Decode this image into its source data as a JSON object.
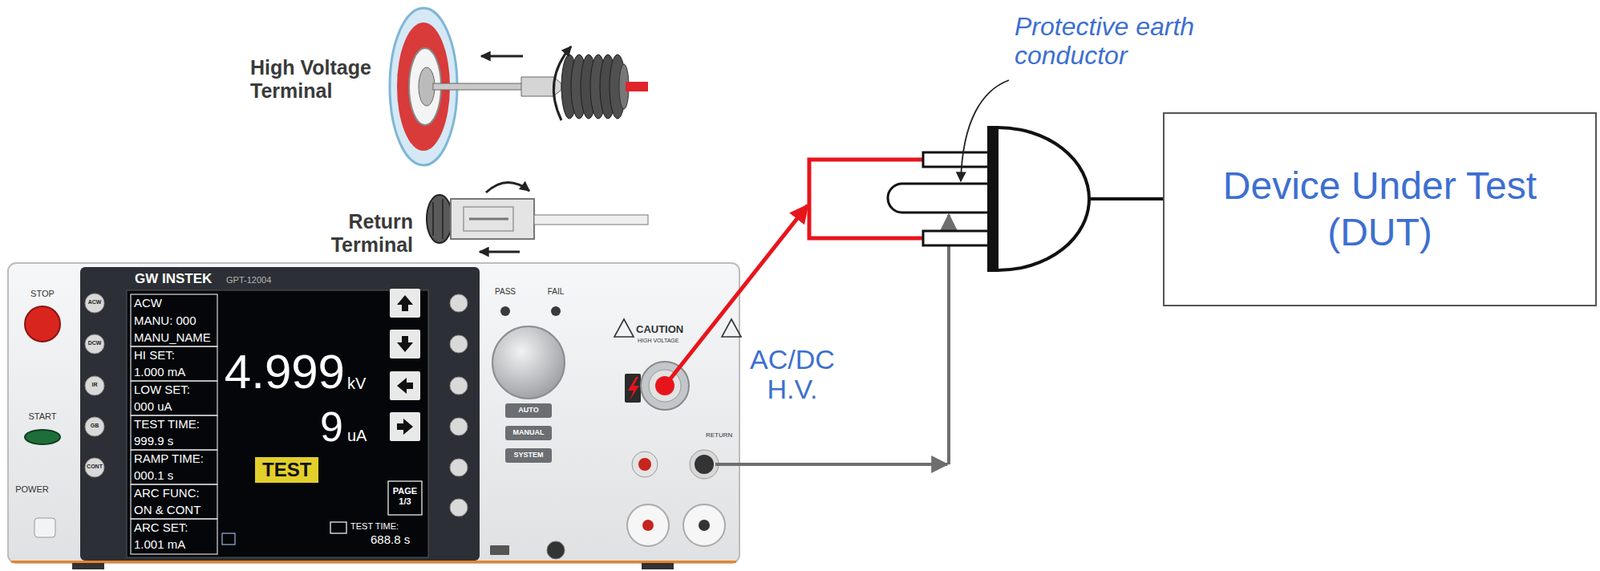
{
  "diagram": {
    "nodes": [
      {
        "text": [
          "Device Under Test (DUT)"
        ]
      }
    ],
    "labels": [
      "High Voltage Terminal",
      "Return Terminal",
      "Protective earth conductor",
      "AC/DC H.V.",
      "STOP",
      "START",
      "POWER",
      "GW INSTEK",
      "GPT-12004",
      "ACW",
      "MANU: 000",
      "MANU_NAME",
      "HI SET:",
      "1.000 mA",
      "LOW SET:",
      "000 uA",
      "TEST TIME:",
      "999.9 s",
      "RAMP TIME:",
      "000.1 s",
      "ARC FUNC:",
      "ON & CONT",
      "ARC SET:",
      "1.001 mA",
      "4.999",
      "kV",
      "9",
      "uA",
      "TEST",
      "TEST TIME:",
      "688.8 s",
      "PAGE 1/3",
      "PASS",
      "FAIL",
      "AUTO",
      "MANUAL",
      "SYSTEM",
      "CAUTION",
      "HIGH VOLTAGE",
      "RETURN",
      "ACW",
      "DCW",
      "IR",
      "GB",
      "CONT"
    ]
  }
}
